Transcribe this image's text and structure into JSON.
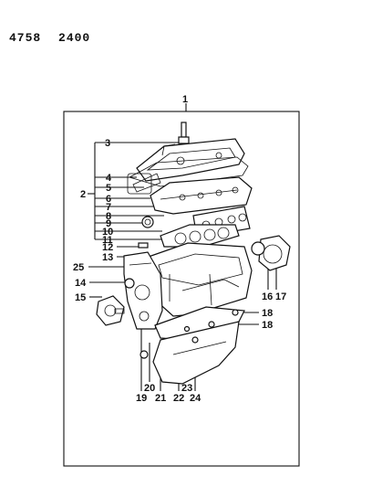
{
  "header": {
    "code_a": "4758",
    "code_b": "2400"
  },
  "callouts": {
    "c1": "1",
    "c2": "2",
    "c3": "3",
    "c4": "4",
    "c5": "5",
    "c6": "6",
    "c7": "7",
    "c8": "8",
    "c9": "9",
    "c10": "10",
    "c11": "11",
    "c12": "12",
    "c13": "13",
    "c14": "14",
    "c15": "15",
    "c16": "16",
    "c17": "17",
    "c18a": "18",
    "c18b": "18",
    "c19": "19",
    "c20": "20",
    "c21": "21",
    "c22": "22",
    "c23": "23",
    "c24": "24",
    "c25": "25"
  }
}
